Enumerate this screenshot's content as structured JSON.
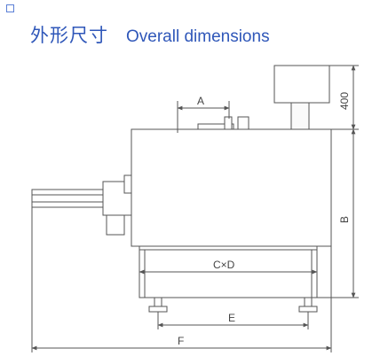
{
  "header": {
    "title_zh": "外形尺寸",
    "title_en": "Overall dimensions",
    "accent_color": "#2f57b9",
    "icon": "checkbox-icon"
  },
  "drawing": {
    "line_color": "#555555",
    "labels": {
      "a": "A",
      "b": "B",
      "cxd": "C×D",
      "e": "E",
      "f": "F",
      "top_dim": "400"
    }
  }
}
